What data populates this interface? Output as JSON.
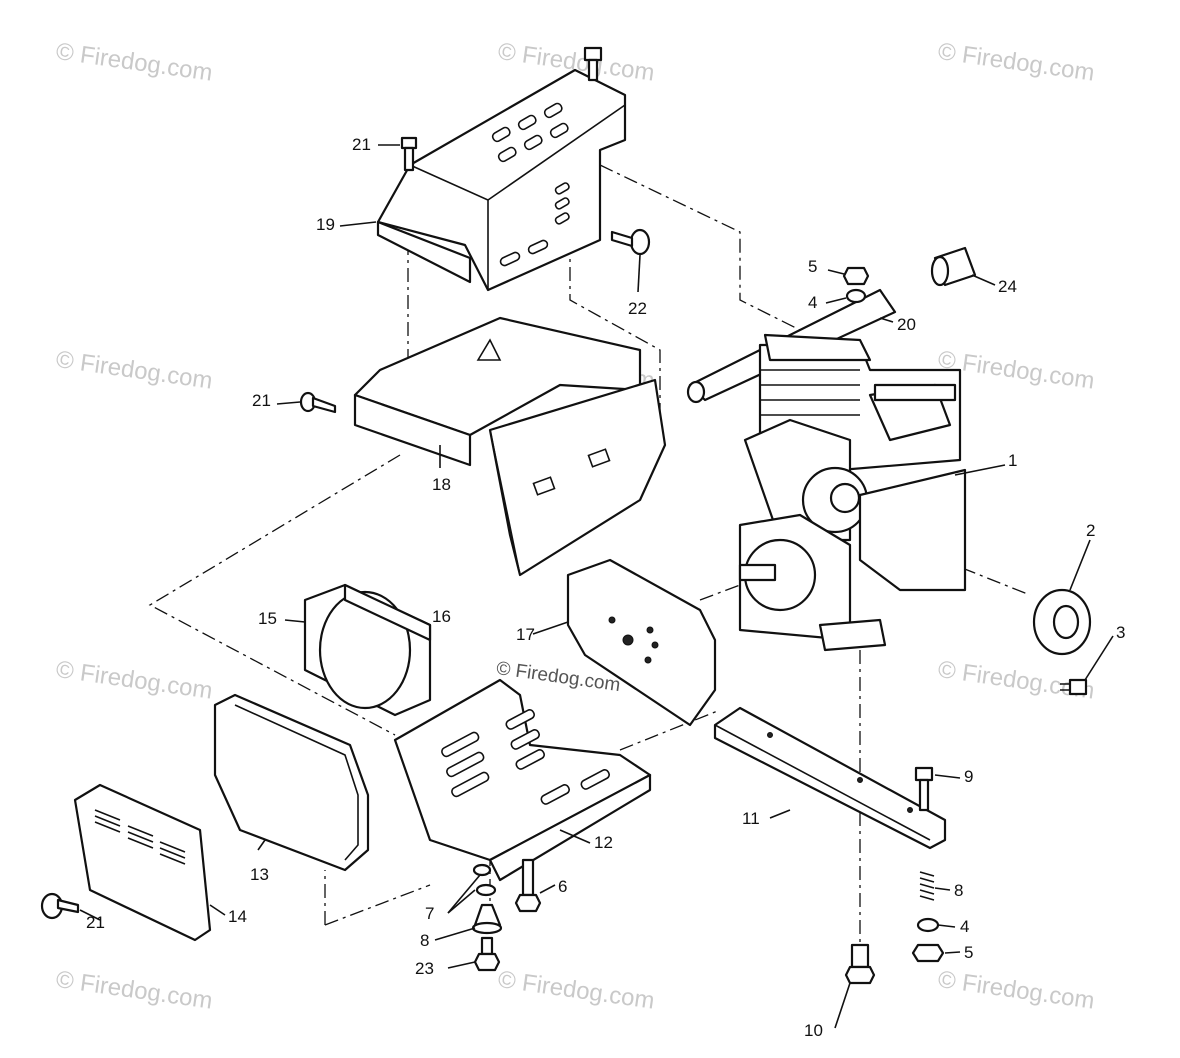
{
  "watermark": "© Firedog.com",
  "callouts": {
    "c1": "1",
    "c2": "2",
    "c3": "3",
    "c4a": "4",
    "c4b": "4",
    "c5a": "5",
    "c5b": "5",
    "c6": "6",
    "c7": "7",
    "c8a": "8",
    "c8b": "8",
    "c9": "9",
    "c10": "10",
    "c11": "11",
    "c12": "12",
    "c13": "13",
    "c14": "14",
    "c15": "15",
    "c16": "16",
    "c17": "17",
    "c18": "18",
    "c19": "19",
    "c20": "20",
    "c21a": "21",
    "c21b": "21",
    "c21c": "21",
    "c22": "22",
    "c23": "23",
    "c24": "24"
  }
}
